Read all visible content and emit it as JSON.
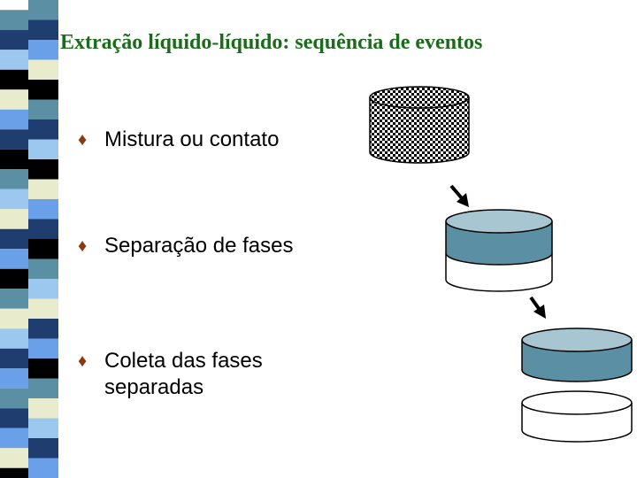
{
  "title": "Extração líquido-líquido: sequência de eventos",
  "bullets": [
    {
      "marker": "♦",
      "text": "Mistura ou contato"
    },
    {
      "marker": "♦",
      "text": "Separação de fases"
    },
    {
      "marker": "♦",
      "text": "Coleta das fases separadas"
    }
  ],
  "colors": {
    "title": "#1a6b1a",
    "bullet_marker": "#8b3a0f",
    "phase_dark": "#5b8fa3",
    "phase_top": "#a8c6d2",
    "phase_light": "#ffffff",
    "arrow": "#000000"
  },
  "strip_colors": [
    "#5b8fa3",
    "#1f3d6e",
    "#6aa0e8",
    "#e8eccc",
    "#000000",
    "#5b8fa3",
    "#1f3d6e",
    "#9cc8f0",
    "#000000",
    "#e8eccc",
    "#6aa0e8",
    "#1f3d6e",
    "#000000",
    "#5b8fa3",
    "#9cc8f0",
    "#e8eccc",
    "#1f3d6e",
    "#6aa0e8",
    "#000000",
    "#5b8fa3",
    "#e8eccc",
    "#9cc8f0",
    "#1f3d6e",
    "#6aa0e8"
  ]
}
